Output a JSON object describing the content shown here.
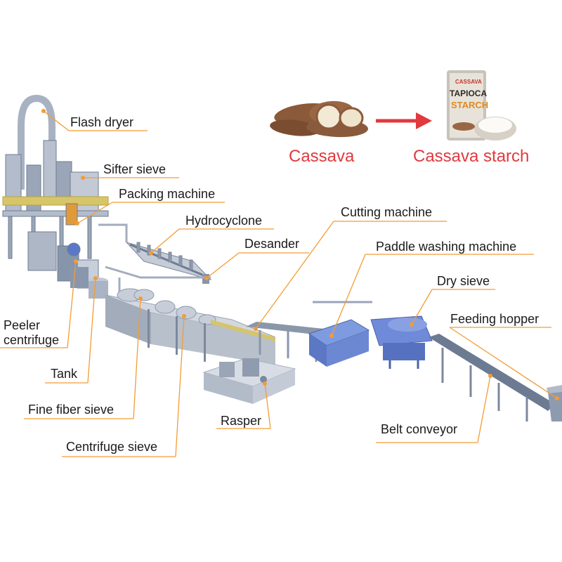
{
  "colors": {
    "leader": "#f39c34",
    "caption": "#e03a3e",
    "machine": "#8e9bb0",
    "blue_machine": "#5a78c8",
    "arrow": "#e03a3e"
  },
  "products": {
    "cassava_label": "Cassava",
    "starch_label": "Cassava starch",
    "pack_brand": "CASSAVA",
    "pack_line1": "TAPIOCA",
    "pack_line2": "STARCH"
  },
  "labels": {
    "flash_dryer": "Flash dryer",
    "sifter_sieve": "Sifter sieve",
    "packing_machine": "Packing machine",
    "hydrocyclone": "Hydrocyclone",
    "desander": "Desander",
    "cutting_machine": "Cutting machine",
    "paddle_washing_machine": "Paddle washing machine",
    "dry_sieve": "Dry sieve",
    "feeding_hopper": "Feeding hopper",
    "peeler_centrifuge_1": "Peeler",
    "peeler_centrifuge_2": "centrifuge",
    "tank": "Tank",
    "fine_fiber_sieve": "Fine fiber sieve",
    "centrifuge_sieve": "Centrifuge sieve",
    "rasper": "Rasper",
    "belt_conveyor": "Belt conveyor"
  }
}
